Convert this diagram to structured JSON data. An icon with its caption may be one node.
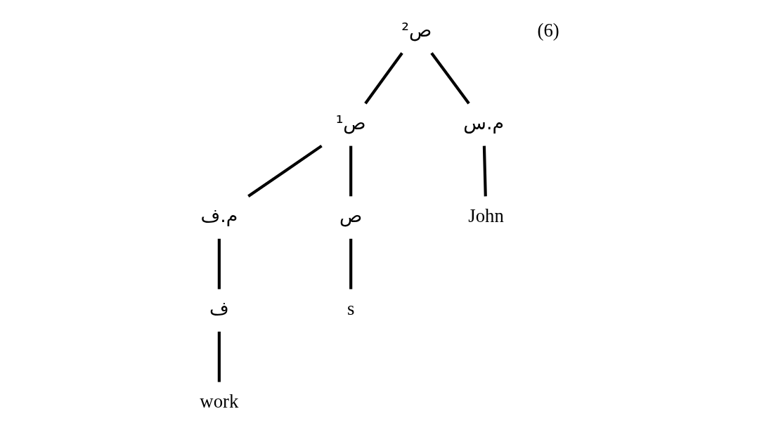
{
  "diagram": {
    "nodes": [
      {
        "text": [
          "ص²"
        ]
      },
      {
        "text": [
          "ص¹"
        ]
      },
      {
        "text": [
          "م.س"
        ]
      },
      {
        "text": [
          "م.ف"
        ]
      },
      {
        "text": [
          "ص"
        ]
      },
      {
        "text": [
          "ف"
        ]
      },
      {
        "text": [
          "work"
        ]
      },
      {
        "text": [
          "s"
        ]
      },
      {
        "text": [
          "John"
        ]
      }
    ],
    "edges": [
      {
        "from": 0,
        "to": 1,
        "arrow": "none"
      },
      {
        "from": 0,
        "to": 2,
        "arrow": "none"
      },
      {
        "from": 1,
        "to": 3,
        "arrow": "none"
      },
      {
        "from": 1,
        "to": 4,
        "arrow": "none"
      },
      {
        "from": 2,
        "to": 8,
        "arrow": "none"
      },
      {
        "from": 3,
        "to": 5,
        "arrow": "none"
      },
      {
        "from": 4,
        "to": 7,
        "arrow": "none"
      },
      {
        "from": 5,
        "to": 6,
        "arrow": "none"
      }
    ],
    "labels": [
      "(6)"
    ]
  }
}
